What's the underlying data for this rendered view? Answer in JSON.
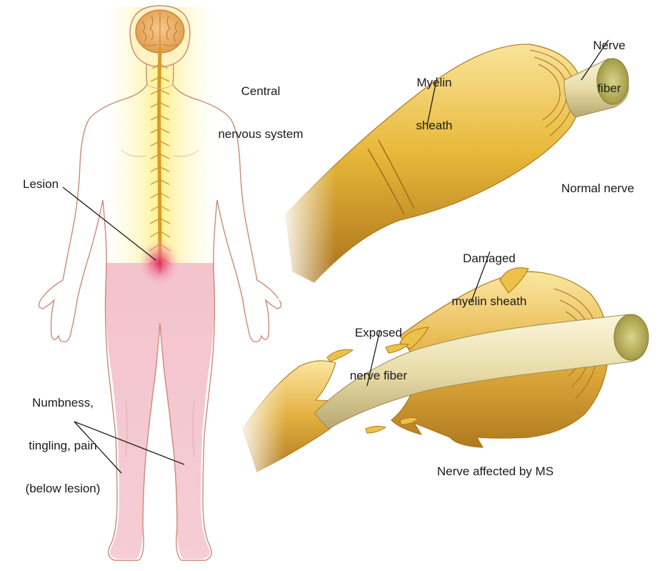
{
  "labels": {
    "cns_line1": "Central",
    "cns_line2": "nervous system",
    "lesion": "Lesion",
    "numbness_line1": "Numbness,",
    "numbness_line2": "tingling, pain",
    "numbness_line3": "(below lesion)",
    "myelin_line1": "Myelin",
    "myelin_line2": "sheath",
    "fiber_line1": "Nerve",
    "fiber_line2": "fiber",
    "normal": "Normal nerve",
    "damaged_line1": "Damaged",
    "damaged_line2": "myelin sheath",
    "exposed_line1": "Exposed",
    "exposed_line2": "nerve fiber",
    "ms": "Nerve affected by MS"
  },
  "colors": {
    "skin_outline": "#c98a7a",
    "lower_body_tint": "#f3c7cf",
    "cns_glow": "#fff3a8",
    "spine": "#d79a2a",
    "lesion": "#e0245e",
    "sheath": "#e8b93a",
    "sheath_dark": "#b0791a",
    "fiber": "#efe6b8"
  }
}
